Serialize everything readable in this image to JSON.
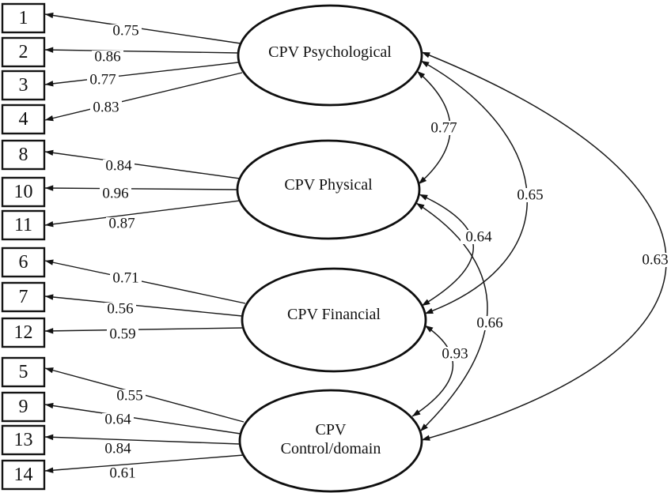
{
  "diagram": {
    "kind": "confirmatory-factor-analysis-path-model",
    "factors": [
      {
        "id": "psychological",
        "label": "CPV Psychological"
      },
      {
        "id": "physical",
        "label": "CPV Physical"
      },
      {
        "id": "financial",
        "label": "CPV Financial"
      },
      {
        "id": "control",
        "label": "CPV Control/domain",
        "lines": [
          "CPV",
          "Control/domain"
        ]
      }
    ],
    "indicators": [
      {
        "id": "1",
        "factor": "psychological",
        "loading": "0.75"
      },
      {
        "id": "2",
        "factor": "psychological",
        "loading": "0.86"
      },
      {
        "id": "3",
        "factor": "psychological",
        "loading": "0.77"
      },
      {
        "id": "4",
        "factor": "psychological",
        "loading": "0.83"
      },
      {
        "id": "8",
        "factor": "physical",
        "loading": "0.84"
      },
      {
        "id": "10",
        "factor": "physical",
        "loading": "0.96"
      },
      {
        "id": "11",
        "factor": "physical",
        "loading": "0.87"
      },
      {
        "id": "6",
        "factor": "financial",
        "loading": "0.71"
      },
      {
        "id": "7",
        "factor": "financial",
        "loading": "0.56"
      },
      {
        "id": "12",
        "factor": "financial",
        "loading": "0.59"
      },
      {
        "id": "5",
        "factor": "control",
        "loading": "0.55"
      },
      {
        "id": "9",
        "factor": "control",
        "loading": "0.64"
      },
      {
        "id": "13",
        "factor": "control",
        "loading": "0.84"
      },
      {
        "id": "14",
        "factor": "control",
        "loading": "0.61"
      }
    ],
    "correlations": [
      {
        "a": "psychological",
        "b": "physical",
        "value": "0.77"
      },
      {
        "a": "psychological",
        "b": "financial",
        "value": "0.65"
      },
      {
        "a": "psychological",
        "b": "control",
        "value": "0.63"
      },
      {
        "a": "physical",
        "b": "financial",
        "value": "0.64"
      },
      {
        "a": "physical",
        "b": "control",
        "value": "0.66"
      },
      {
        "a": "financial",
        "b": "control",
        "value": "0.93"
      }
    ],
    "colors": {
      "line": "#1a1a1a",
      "background": "#ffffff",
      "text": "#111111"
    }
  }
}
